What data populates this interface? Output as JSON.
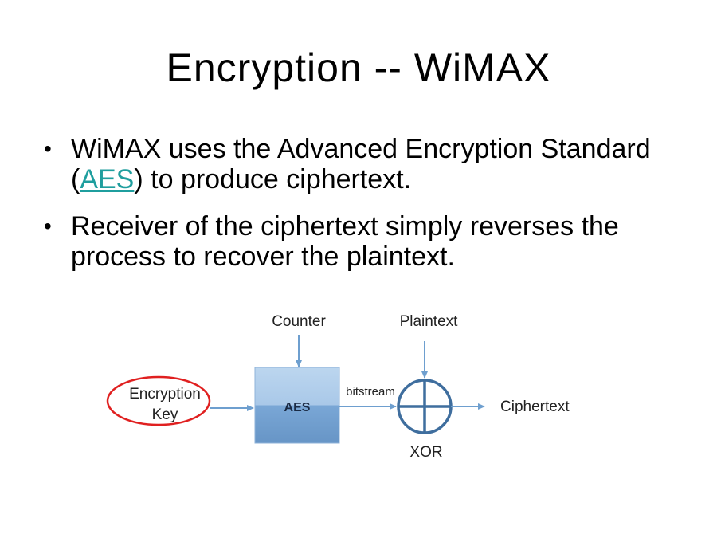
{
  "slide": {
    "title": "Encryption -- WiMAX",
    "bullets": [
      {
        "before": "WiMAX uses the Advanced Encryption Standard (",
        "link": "AES",
        "after": ") to produce ciphertext."
      },
      {
        "text": "Receiver of the ciphertext simply reverses the process to recover the plaintext."
      }
    ]
  },
  "diagram": {
    "counter_label": "Counter",
    "plaintext_label": "Plaintext",
    "key_label_line1": "Encryption",
    "key_label_line2": "Key",
    "aes_label": "AES",
    "bitstream_label": "bitstream",
    "xor_label": "XOR",
    "ciphertext_label": "Ciphertext"
  },
  "colors": {
    "link": "#1f9e9e",
    "arrow": "#6e9fcf",
    "aes_box_top": "#b8d4ee",
    "aes_box_bottom": "#6b9bcc",
    "xor_circle": "#3f6e9e",
    "key_highlight": "#e02020"
  }
}
